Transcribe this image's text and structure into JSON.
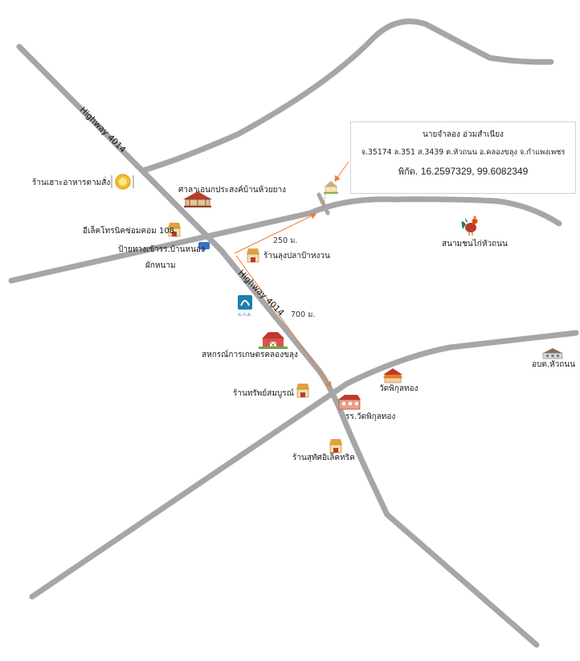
{
  "colors": {
    "road": "#a6a6a6",
    "arrow": "#ed7d31",
    "text": "#1a1a1a",
    "info_border": "#d2d2d2"
  },
  "roads": {
    "highway_label_1": "Highway 4014",
    "highway_label_2": "Highway 4014"
  },
  "distances": {
    "d1": "250 ม.",
    "d2": "700 ม."
  },
  "places": {
    "restaurant": "ร้านเฮาะอาหารตามสั่ง",
    "pavilion": "ศาลาเอนกประสงค์บ้านห้วยยาง",
    "electronics": "อีเล็คโทรนิคซ่อมคอม 108",
    "school_sign": "ป้ายทางเข้ารร.บ้านหนอง",
    "school_sign_2": "ผักหนาม",
    "fish_shop": "ร้านลุงปลาป้าหงวน",
    "bank_caption": "ธ.ก.ส.",
    "coop": "สหกรณ์การเกษตรคลองขลุง",
    "store_sombun": "ร้านทรัพย์สมบูรณ์",
    "temple": "วัดพิกุลทอง",
    "temple_school": "รร.วัดพิกุลทอง",
    "store_suk": "ร้านสุทัศอิเล็คทริค",
    "cockfight": "สนามชนไก่หัวถนน",
    "sao_office": "อบต.หัวถนน"
  },
  "info": {
    "name": "นายจำลอง อ่วมสำเนียง",
    "address": "จ.35174 ล.351 ส.3439 ต.หัวถนน อ.คลองขลุง จ.กำแพงเพชร",
    "coord_label": "พิกัด.",
    "coords": "16.2597329, 99.6082349"
  }
}
